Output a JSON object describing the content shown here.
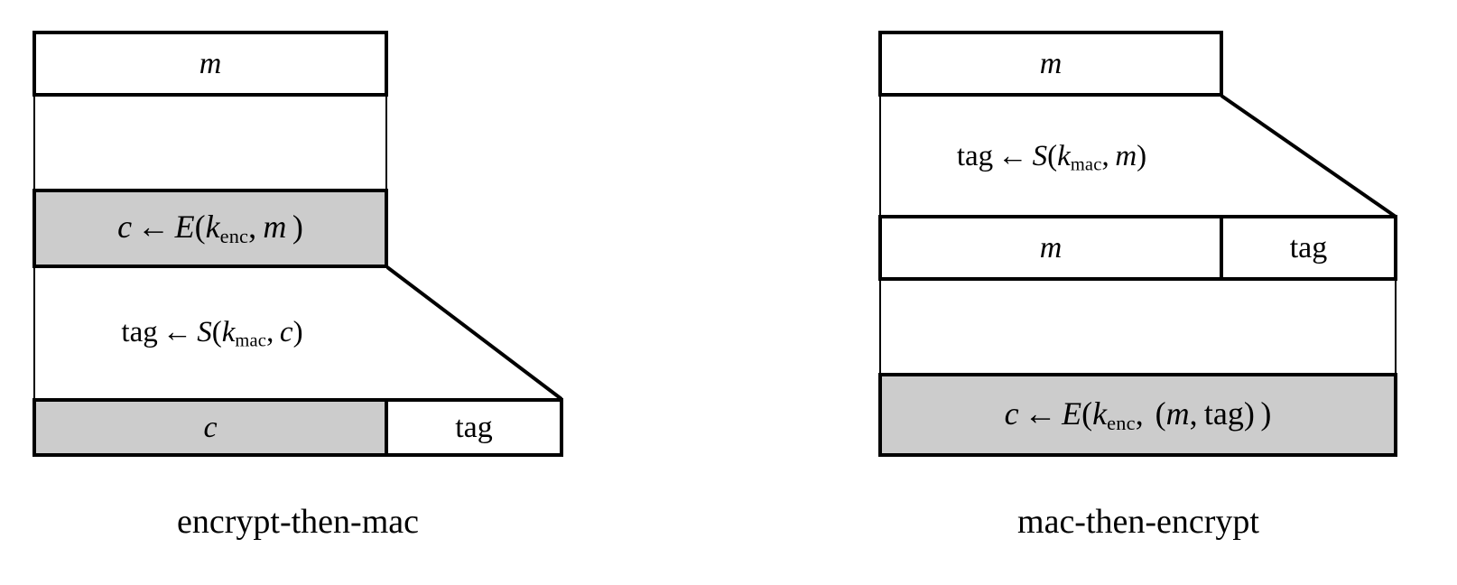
{
  "figure": {
    "background_color": "#ffffff",
    "line_color": "#000000",
    "shaded_fill": "#cccccc"
  },
  "left_diagram": {
    "caption": "encrypt-then-mac",
    "top_box": {
      "label": "m",
      "shaded": false
    },
    "step1": {
      "label": "c ← E(k_enc, m )",
      "output_box": {
        "shaded": true
      },
      "parts": {
        "result": "c",
        "arrow": "←",
        "func": "E",
        "key": "k",
        "key_sub": "enc",
        "arg": "m"
      }
    },
    "step2": {
      "label": "tag ← S(k_mac, c)",
      "parts": {
        "result": "tag",
        "arrow": "←",
        "func": "S",
        "key": "k",
        "key_sub": "mac",
        "arg": "c"
      }
    },
    "result_row": [
      {
        "label": "c",
        "shaded": true
      },
      {
        "label": "tag",
        "shaded": false
      }
    ]
  },
  "right_diagram": {
    "caption": "mac-then-encrypt",
    "top_box": {
      "label": "m",
      "shaded": false
    },
    "step1": {
      "label": "tag ← S(k_mac, m)",
      "parts": {
        "result": "tag",
        "arrow": "←",
        "func": "S",
        "key": "k",
        "key_sub": "mac",
        "arg": "m"
      }
    },
    "middle_row": [
      {
        "label": "m",
        "shaded": false
      },
      {
        "label": "tag",
        "shaded": false
      }
    ],
    "step2": {
      "label": "c ← E(k_enc, (m, tag) )",
      "output_box": {
        "shaded": true
      },
      "parts": {
        "result": "c",
        "arrow": "←",
        "func": "E",
        "key": "k",
        "key_sub": "enc",
        "arg": "(m, tag)"
      }
    }
  }
}
